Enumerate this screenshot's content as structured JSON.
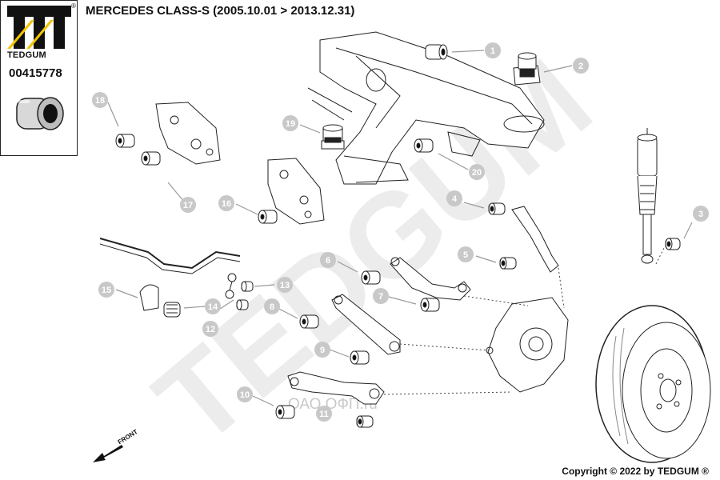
{
  "header": {
    "title": "MERCEDES CLASS-S  (2005.10.01 > 2013.12.31)"
  },
  "sidebar": {
    "brand": "TEDGUM",
    "registered_mark": "®",
    "part_number": "00415778"
  },
  "watermark": {
    "brand": "TEDGUM",
    "site": "ОАО ОФП.ru"
  },
  "footer": {
    "copyright": "Copyright © 2022 by TEDGUM ®"
  },
  "direction": {
    "label": "FRONT"
  },
  "callouts": [
    "1",
    "2",
    "3",
    "4",
    "5",
    "6",
    "7",
    "8",
    "9",
    "10",
    "11",
    "12",
    "13",
    "14",
    "15",
    "16",
    "17",
    "18",
    "19",
    "20"
  ],
  "colors": {
    "callout_fill": "#c8c8c8",
    "outline": "#222222",
    "watermark": "#e9e9e9"
  }
}
